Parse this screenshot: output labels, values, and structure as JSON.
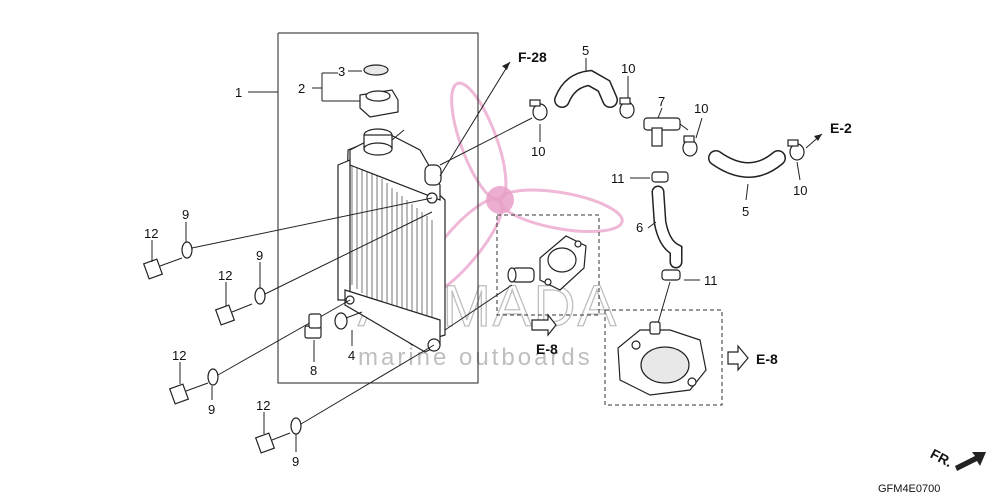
{
  "diagram_code": "GFM4E0700",
  "watermark": {
    "brand": "ARMADA",
    "tagline": "marine outboards",
    "accent_color": "#e8a0c8"
  },
  "references": {
    "f28": "F-28",
    "e2": "E-2",
    "e8_lower": "E-8",
    "e8_right": "E-8",
    "fr": "FR."
  },
  "callouts": {
    "c1": "1",
    "c2": "2",
    "c3": "3",
    "c4": "4",
    "c5_top": "5",
    "c5_right": "5",
    "c6": "6",
    "c7": "7",
    "c8": "8",
    "c9_a": "9",
    "c9_b": "9",
    "c9_c": "9",
    "c9_d": "9",
    "c10_a": "10",
    "c10_b": "10",
    "c10_c": "10",
    "c10_d": "10",
    "c11_a": "11",
    "c11_b": "11",
    "c12_a": "12",
    "c12_b": "12",
    "c12_c": "12",
    "c12_d": "12"
  }
}
